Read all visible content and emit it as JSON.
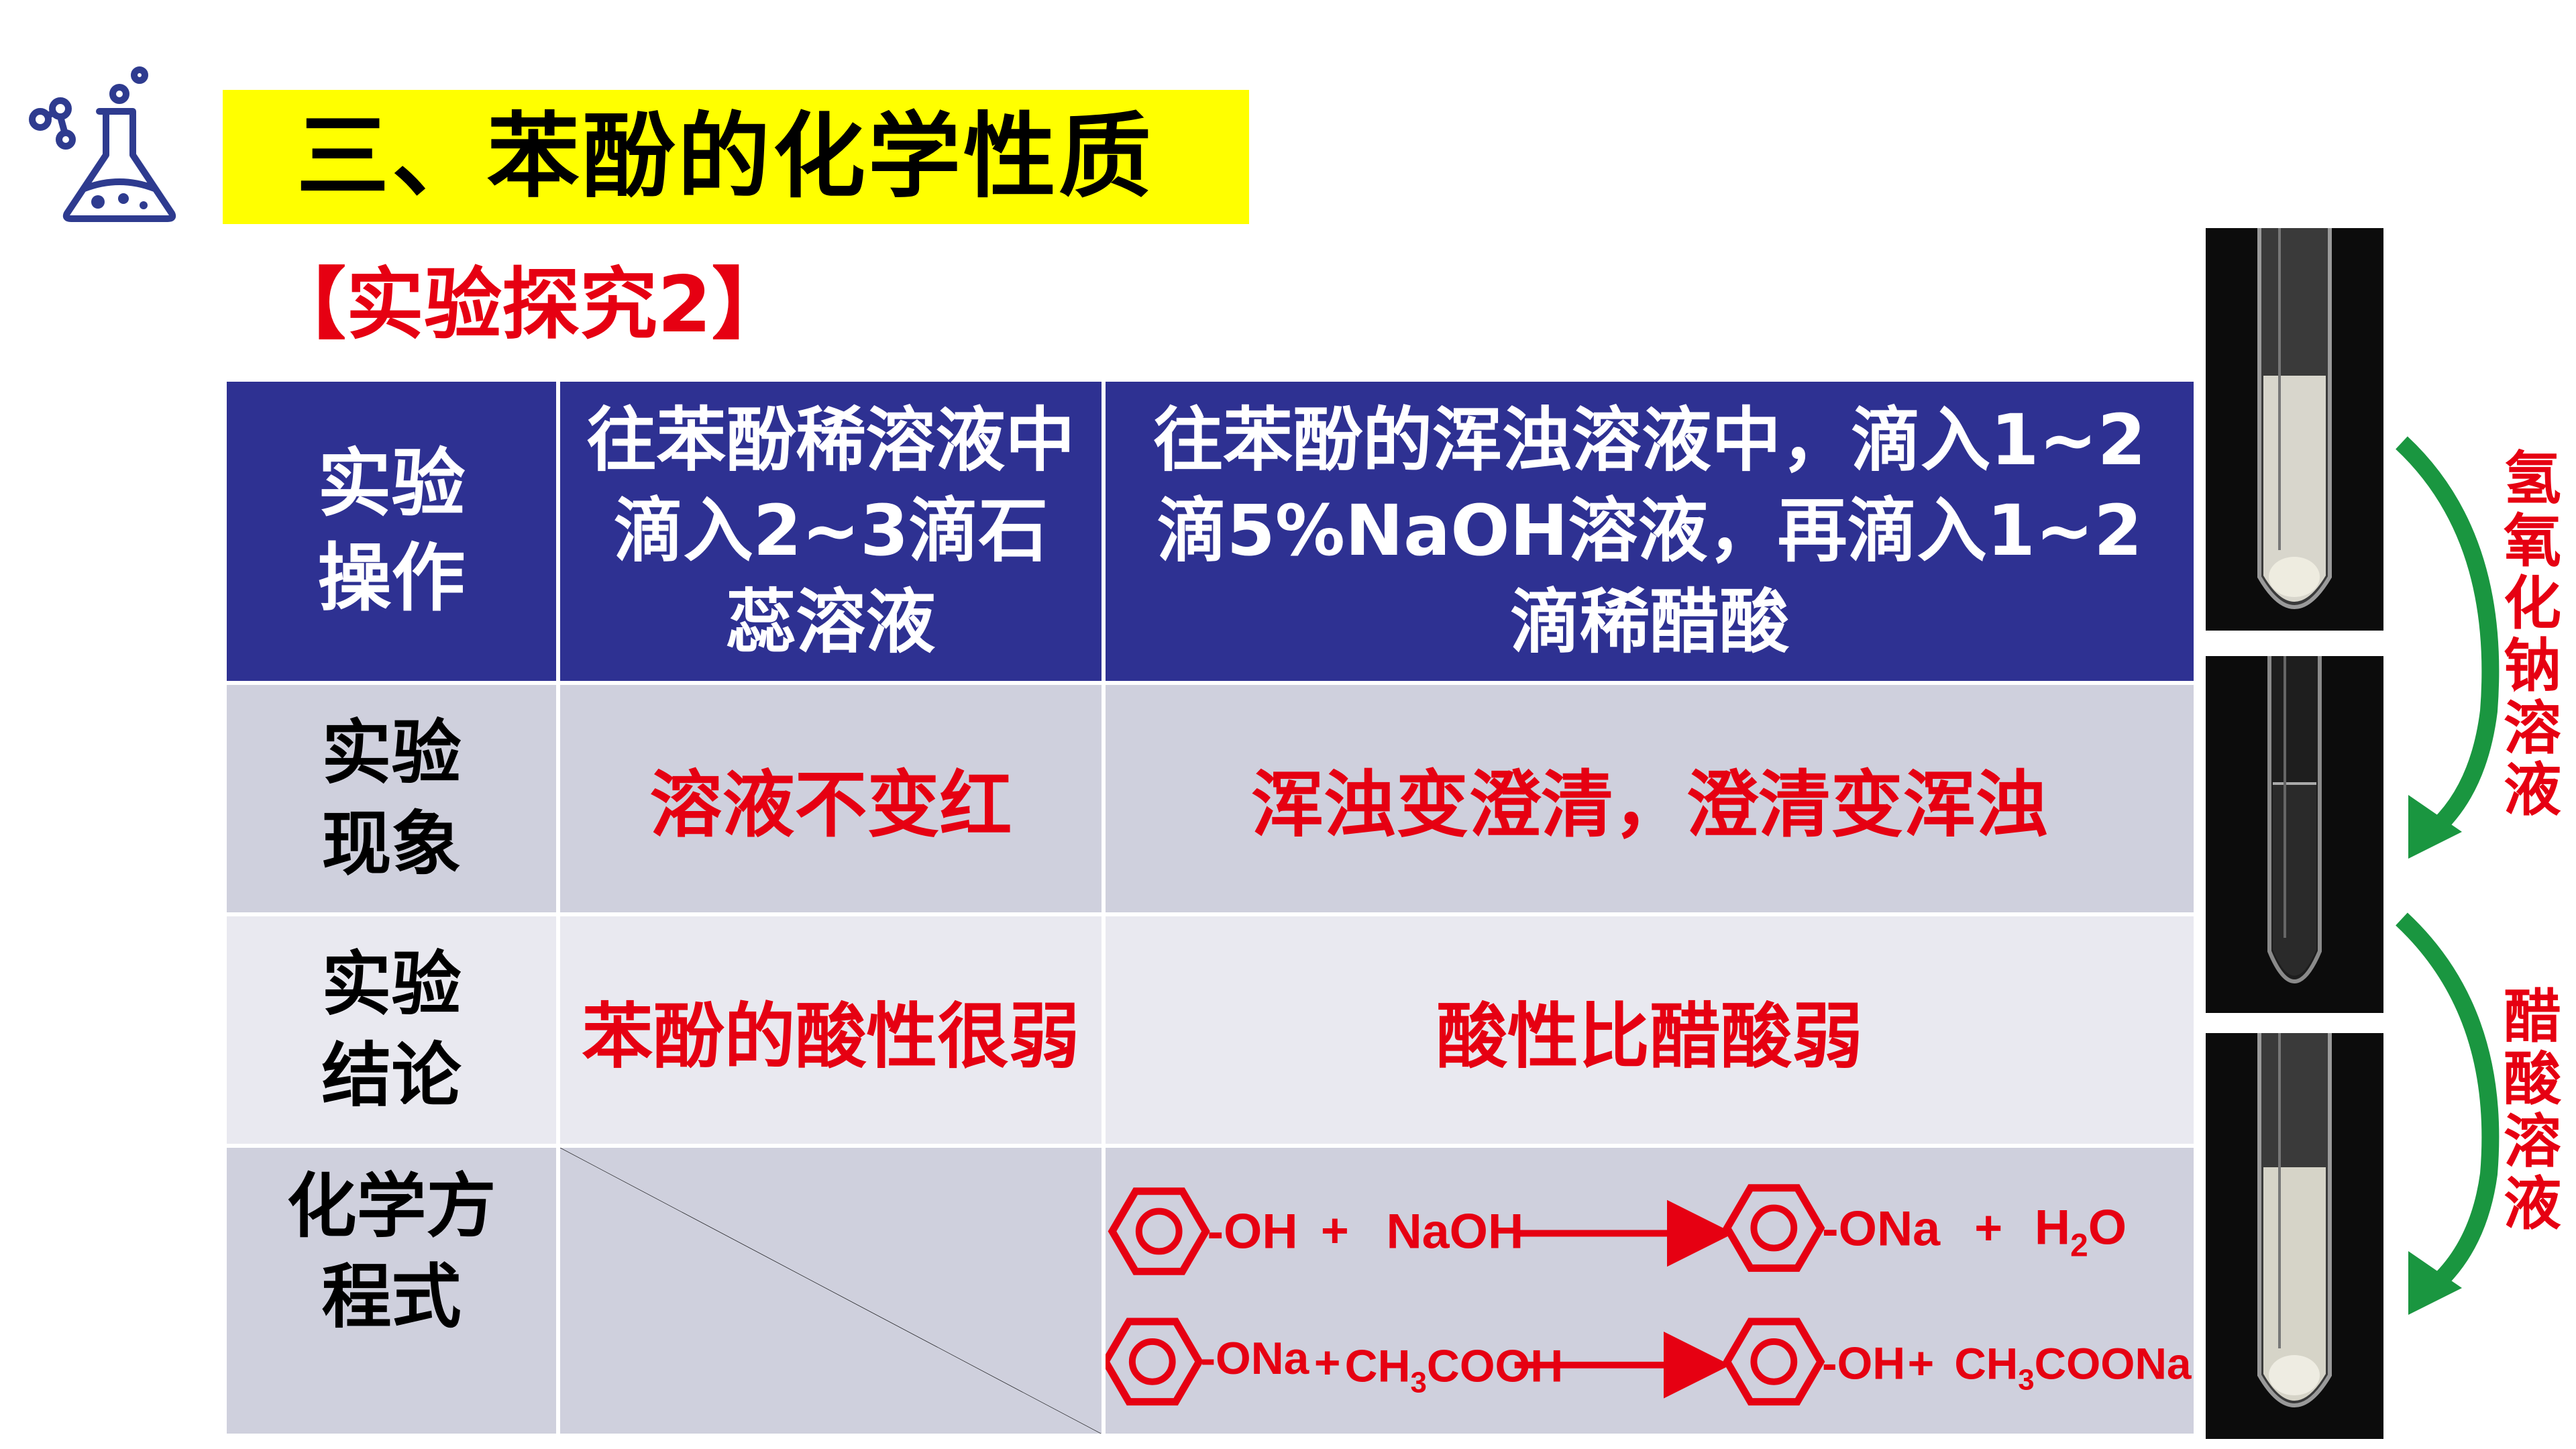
{
  "title": "三、苯酚的化学性质",
  "subtitle": "【实验探究2】",
  "table": {
    "header": {
      "label": "实验\n操作",
      "col1": "往苯酚稀溶液中滴入2~3滴石蕊溶液",
      "col2": "往苯酚的浑浊溶液中，滴入1~2滴5%NaOH溶液，再滴入1~2滴稀醋酸"
    },
    "phenomenon": {
      "label": "实验现象",
      "col1": "溶液不变红",
      "col2": "浑浊变澄清，澄清变浑浊"
    },
    "conclusion": {
      "label": "实验结论",
      "col1": "苯酚的酸性很弱",
      "col2": "酸性比醋酸弱"
    },
    "equation": {
      "label": "化学方程式",
      "eq1": {
        "left_group": "-OH",
        "plus1": "+",
        "reagent": "NaOH",
        "right_group": "-ONa",
        "plus2": "+",
        "product": "H",
        "product_sub": "2",
        "product_tail": "O"
      },
      "eq2": {
        "left_group": "-ONa",
        "plus1": "+",
        "reagent_a": "CH",
        "reagent_sub": "3",
        "reagent_b": "COOH",
        "right_group": "-OH",
        "plus2": "+",
        "product_a": "CH",
        "product_sub": "3",
        "product_b": "COONa"
      }
    }
  },
  "side_labels": {
    "top": "氢氧化钠溶液",
    "bottom": "醋酸溶液"
  },
  "colors": {
    "title_bg": "#ffff00",
    "header_bg": "#2e3192",
    "accent_red": "#e60012",
    "arrow_green": "#1a9640",
    "row_dark": "#cfd0dd",
    "row_light": "#e9e9f0"
  },
  "icons": {
    "title_icon": "chemistry-flask-icon",
    "equation_ring": "benzene-ring-icon",
    "side_arrows": "curved-arrow-icon"
  }
}
